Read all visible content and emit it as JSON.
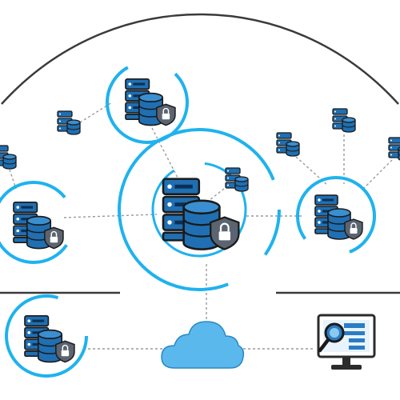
{
  "colors": {
    "accent": "#1fb2ee",
    "server_body": "#1f6fb2",
    "server_dark": "#0d2f55",
    "server_light": "#3a8fd0",
    "outline": "#1a1a1a",
    "arc": "#3a3a3a",
    "connector": "#9a9a9a",
    "cloud": "#5ab8ec",
    "monitor_screen": "#2b7cc4",
    "monitor_frame": "#2b2b2b"
  },
  "icons": {
    "node": "server-database-lock-icon",
    "satellite": "server-database-icon",
    "cloud": "cloud-icon",
    "monitor": "monitor-search-icon"
  },
  "diagram": {
    "nodes": [
      {
        "id": "center-node",
        "icon": "server-database-lock-icon",
        "ring": "double"
      },
      {
        "id": "top-node",
        "icon": "server-database-lock-icon",
        "ring": "single"
      },
      {
        "id": "left-node",
        "icon": "server-database-lock-icon",
        "ring": "single"
      },
      {
        "id": "right-node",
        "icon": "server-database-lock-icon",
        "ring": "single"
      },
      {
        "id": "bottom-left-node",
        "icon": "server-database-lock-icon",
        "ring": "single"
      }
    ],
    "satellites": [
      {
        "id": "satellite-top-left",
        "connects_to": "top-node"
      },
      {
        "id": "satellite-far-left",
        "connects_to": "left-node"
      },
      {
        "id": "satellite-center",
        "connects_to": "center-node"
      },
      {
        "id": "satellite-right-a",
        "connects_to": "right-node"
      },
      {
        "id": "satellite-right-b",
        "connects_to": "right-node"
      },
      {
        "id": "satellite-far-right",
        "connects_to": "right-node"
      }
    ],
    "endpoints": [
      {
        "id": "cloud",
        "icon": "cloud-icon"
      },
      {
        "id": "monitor",
        "icon": "monitor-search-icon"
      }
    ]
  }
}
